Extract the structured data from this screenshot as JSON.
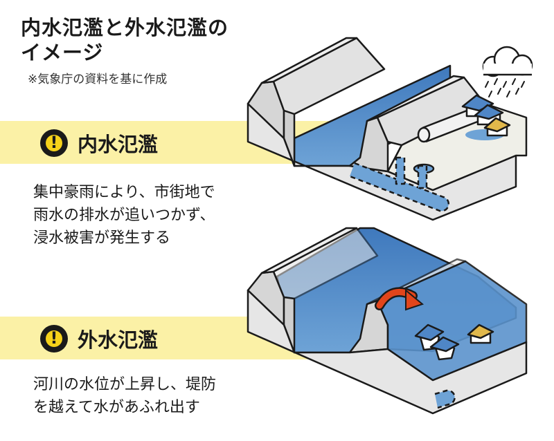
{
  "title": {
    "line1": "内水氾濫と外水氾濫の",
    "line2": "イメージ"
  },
  "source": "※気象庁の資料を基に作成",
  "sections": [
    {
      "label": "内水氾濫",
      "description": [
        "集中豪雨により、市街地で",
        "雨水の排水が追いつかず、",
        "浸水被害が発生する"
      ]
    },
    {
      "label": "外水氾濫",
      "description": [
        "河川の水位が上昇し、堤防",
        "を越えて水があふれ出す"
      ]
    }
  ],
  "colors": {
    "band": "#fbf1a6",
    "warning_icon": "#f6d21a",
    "water": "#4f86c6",
    "levee": "#e4e4e4",
    "arrow": "#e2451b"
  },
  "icons": [
    "warning-icon",
    "rain-cloud-icon",
    "house-icon",
    "curved-arrow-icon"
  ]
}
